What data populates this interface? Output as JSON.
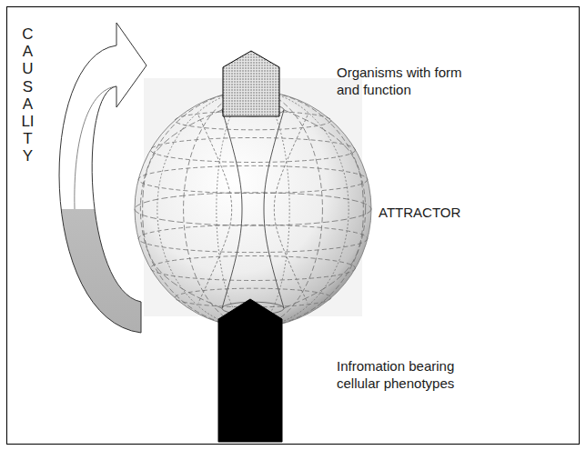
{
  "diagram": {
    "nodes": [
      {
        "text": [
          "Organisms with form and function"
        ]
      },
      {
        "text": [
          "ATTRACTOR"
        ]
      },
      {
        "text": [
          "Infromation bearing cellular phenotypes"
        ]
      }
    ],
    "labels": [
      "CAUSALITY"
    ]
  }
}
